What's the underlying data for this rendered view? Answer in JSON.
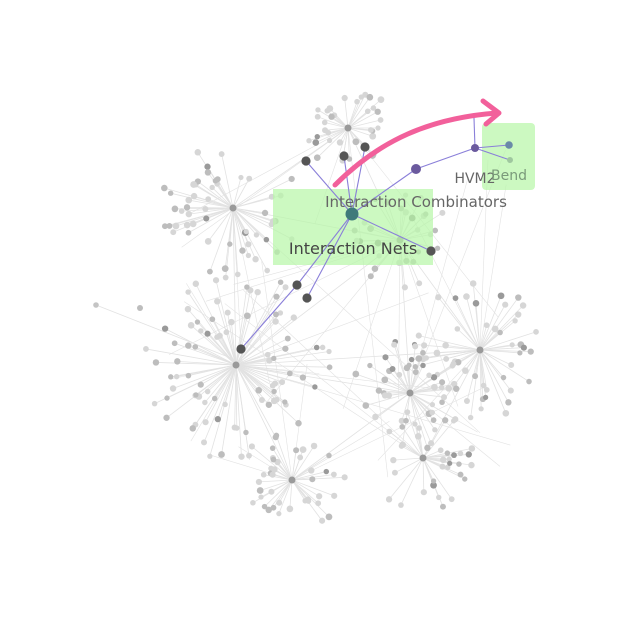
{
  "labels": {
    "interaction_combinators": "Interaction Combinators",
    "interaction_nets": "Interaction Nets",
    "hvm2": "HVM2",
    "bend": "Bend"
  },
  "colors": {
    "background": "#ffffff",
    "highlight_box": "#b6f7a6",
    "annotation_arrow": "#f2609b",
    "path_edge": "#8a7fd9",
    "path_node": "#6b5a9e",
    "focus_node": "#3f7a7a",
    "dark_node": "#555555",
    "mid_node": "#9a9a9a",
    "light_node": "#d6d6d6",
    "edge": "#e2e2e2"
  }
}
